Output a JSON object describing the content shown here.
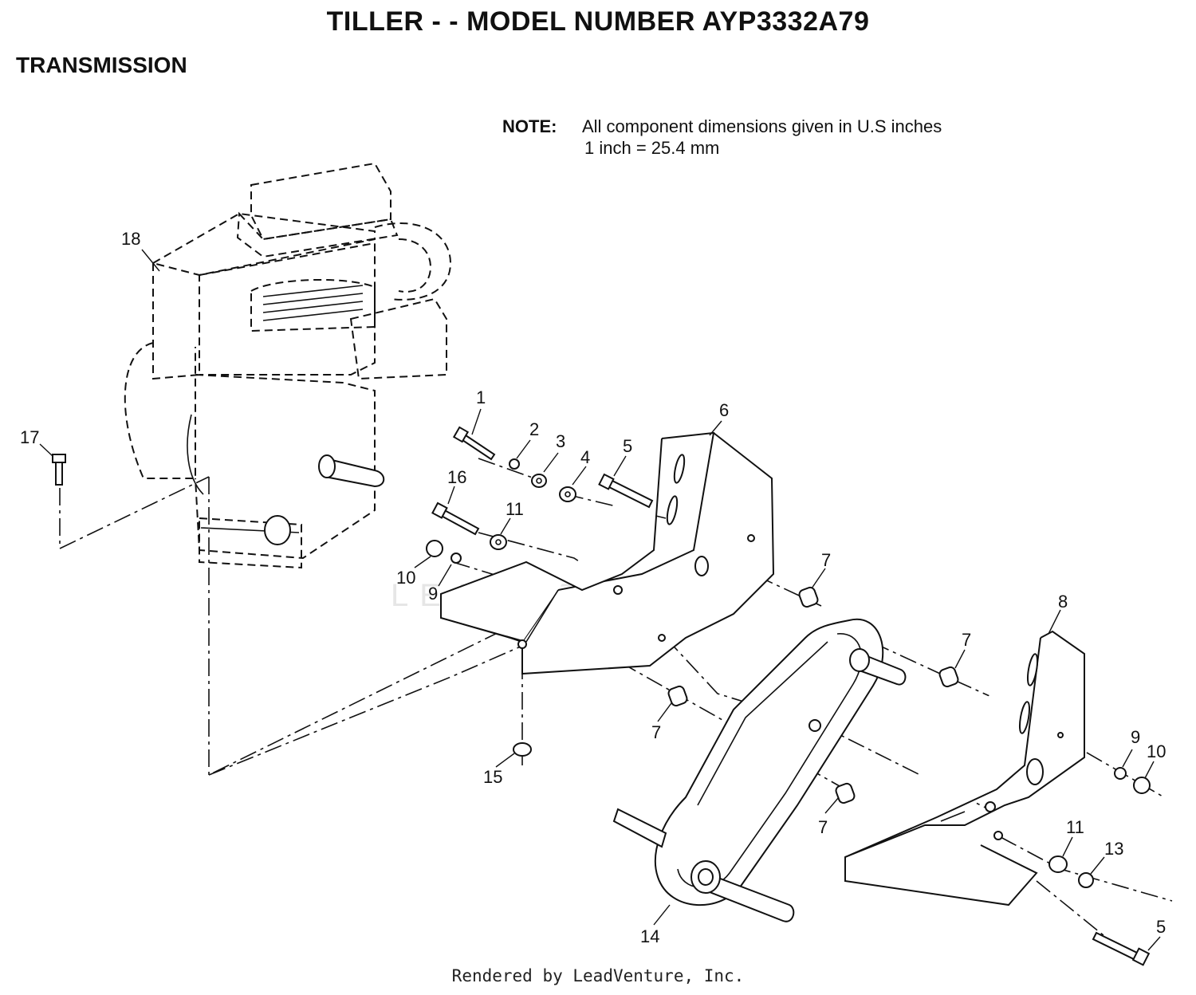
{
  "title": "TILLER - - MODEL NUMBER AYP3332A79",
  "section": "TRANSMISSION",
  "note": {
    "label": "NOTE:",
    "line1": "All component dimensions given in U.S  inches",
    "line2": "1 inch = 25.4 mm"
  },
  "watermark": "LEADVENTURE",
  "footer": "Rendered by LeadVenture, Inc.",
  "callouts": {
    "c1": "1",
    "c2": "2",
    "c3": "3",
    "c4": "4",
    "c5a": "5",
    "c5b": "5",
    "c6": "6",
    "c7a": "7",
    "c7b": "7",
    "c7c": "7",
    "c7d": "7",
    "c8": "8",
    "c9a": "9",
    "c9b": "9",
    "c10a": "10",
    "c10b": "10",
    "c11a": "11",
    "c11b": "11",
    "c13": "13",
    "c14": "14",
    "c15": "15",
    "c16": "16",
    "c17": "17",
    "c18": "18"
  }
}
